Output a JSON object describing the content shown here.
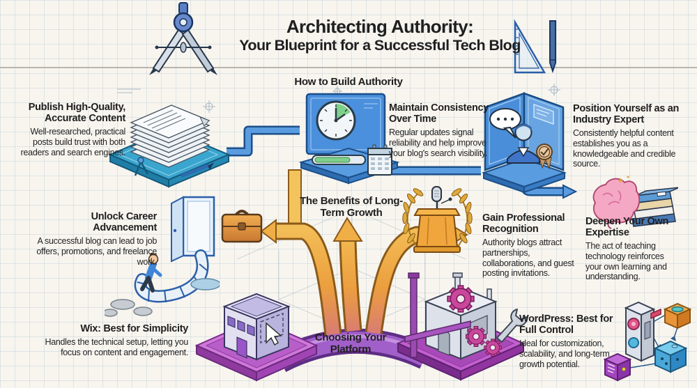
{
  "title": {
    "line1": "Architecting Authority:",
    "line2": "Your Blueprint for a Successful Tech Blog"
  },
  "sections": {
    "how_to_build_authority": {
      "heading": "How to Build Authority",
      "items": [
        {
          "title": "Publish High-Quality, Accurate Content",
          "body": "Well-researched, practical posts build trust with both readers and search engines."
        },
        {
          "title": "Maintain Consistency Over Time",
          "body": "Regular updates signal reliability and help improve your blog's search visibility."
        },
        {
          "title": "Position Yourself as an Industry Expert",
          "body": "Consistently helpful content establishes you as a knowledgeable and credible source."
        }
      ]
    },
    "benefits_of_long_term_growth": {
      "heading": "The Benefits of Long-Term Growth",
      "items": [
        {
          "title": "Unlock Career Advancement",
          "body": "A successful blog can lead to job offers, promotions, and freelance work."
        },
        {
          "title": "Gain Professional Recognition",
          "body": "Authority blogs attract partnerships, collaborations, and guest posting invitations."
        },
        {
          "title": "Deepen Your Own Expertise",
          "body": "The act of teaching technology reinforces your own learning and understanding."
        }
      ]
    },
    "choosing_your_platform": {
      "heading": "Choosing Your Platform",
      "items": [
        {
          "title": "Wix: Best for Simplicity",
          "body": "Handles the technical setup, letting you focus on content and engagement."
        },
        {
          "title": "WordPress: Best for Full Control",
          "body": "Ideal for customization, scalability, and long-term growth potential."
        }
      ]
    }
  },
  "icons": [
    "drafting-compass-icon",
    "set-square-icon",
    "pencil-icon",
    "paper-stack-icon",
    "laptop-icon",
    "clock-icon",
    "progress-bar-icon",
    "calendar-icon",
    "expert-monitor-icon",
    "speech-bubble-icon",
    "award-badge-icon",
    "open-door-icon",
    "staircase-icon",
    "climbing-person-icon",
    "briefcase-icon",
    "branching-arrows-icon",
    "laurel-wreath-icon",
    "podium-icon",
    "microphone-icon",
    "brain-icon",
    "book-stack-icon",
    "wix-building-icon",
    "cursor-icon",
    "wordpress-blocks-icon",
    "gear-icon",
    "wrench-icon",
    "network-cubes-icon",
    "purple-road-icon"
  ],
  "colors": {
    "background": "#f8f5ef",
    "grid_line": "#cdd9e0",
    "ink": "#1f1f1f",
    "blueprint_blue": "#4a90d9",
    "teal_platform": "#3aa6cf",
    "gold_arrow": "#e8a843",
    "purple_road": "#a05fc9",
    "magenta_platform": "#c45ecf",
    "brain_pink": "#f4a8c4",
    "success_green": "#7ed08a"
  }
}
